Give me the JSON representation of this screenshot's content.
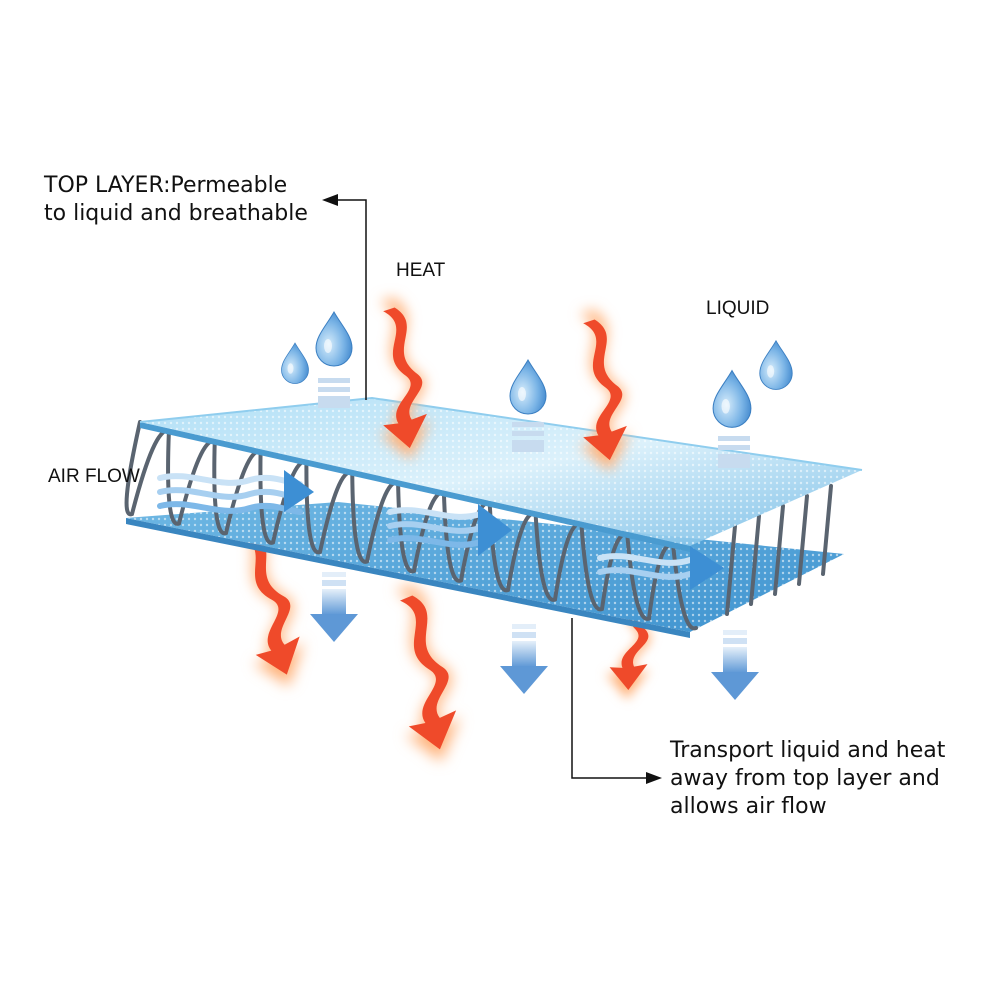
{
  "labels": {
    "top_layer_line1": "TOP LAYER:Permeable",
    "top_layer_line2": "to liquid and breathable",
    "heat": "HEAT",
    "liquid": "LIQUID",
    "air_flow": "AIR FLOW",
    "transport_line1": "Transport liquid and heat",
    "transport_line2": "away from top layer and",
    "transport_line3": "allows air flow"
  },
  "colors": {
    "heat_arrow": "#ef4a2a",
    "heat_glow": "#ffb27a",
    "layer_fill": "#7fc4ea",
    "layer_edge": "#4a9bd0",
    "fiber": "#5a6470",
    "drop": "#4e96d8",
    "down_arrow": "#6fa6dc",
    "air_arrow": "#3d8fd4"
  },
  "icons": [
    "water-drop-icon",
    "heat-arrow-icon",
    "down-arrow-icon",
    "air-flow-arrow-icon"
  ]
}
